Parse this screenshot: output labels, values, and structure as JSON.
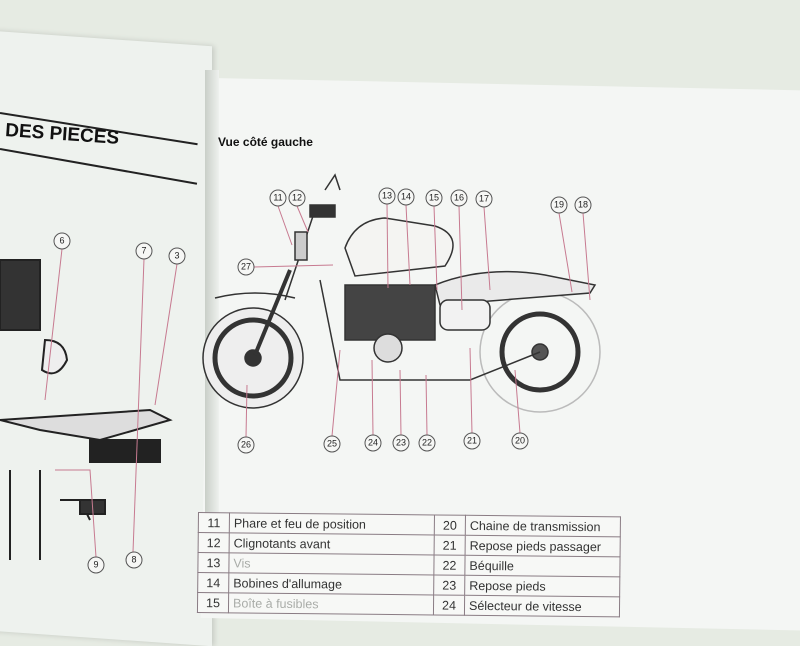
{
  "left_page": {
    "section_title": "DES PIECES",
    "callouts": [
      "6",
      "7",
      "3",
      "9",
      "8"
    ]
  },
  "right_page": {
    "subtitle": "Vue côté gauche",
    "callouts": [
      "11",
      "12",
      "13",
      "14",
      "15",
      "16",
      "17",
      "19",
      "18",
      "27",
      "26",
      "25",
      "24",
      "23",
      "22",
      "21",
      "20"
    ]
  },
  "parts_table": {
    "rows": [
      {
        "n1": "11",
        "t1": "Phare et feu de position",
        "n2": "20",
        "t2": "Chaine de transmission"
      },
      {
        "n1": "12",
        "t1": "Clignotants avant",
        "n2": "21",
        "t2": "Repose pieds passager"
      },
      {
        "n1": "13",
        "t1": "Vis",
        "n2": "22",
        "t2": "Béquille"
      },
      {
        "n1": "14",
        "t1": "Bobines d'allumage",
        "n2": "23",
        "t2": "Repose pieds"
      },
      {
        "n1": "15",
        "t1": "Boîte à fusibles",
        "n2": "24",
        "t2": "Sélecteur de vitesse"
      }
    ]
  }
}
